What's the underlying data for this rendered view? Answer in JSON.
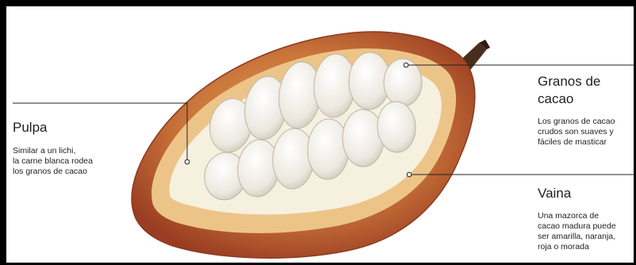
{
  "labels": {
    "pulpa": {
      "title": "Pulpa",
      "description": "Similar a un lichi,\nla carne blanca rodea\nlos granos de cacao"
    },
    "granos": {
      "title": "Granos de\ncacao",
      "description": "Los granos de cacao\ncrudos son suaves y\nfáciles de masticar"
    },
    "vaina": {
      "title": "Vaina",
      "description": "Una mazorca de\ncacao madura puede\nser amarilla, naranja,\nroja o morada"
    }
  },
  "colors": {
    "husk_outer": "#b04a26",
    "husk_inner": "#e9b873",
    "pulp": "#f6f0df",
    "bean": "#ebe7de",
    "stem": "#4a2e1d",
    "leader_line": "#222222"
  }
}
